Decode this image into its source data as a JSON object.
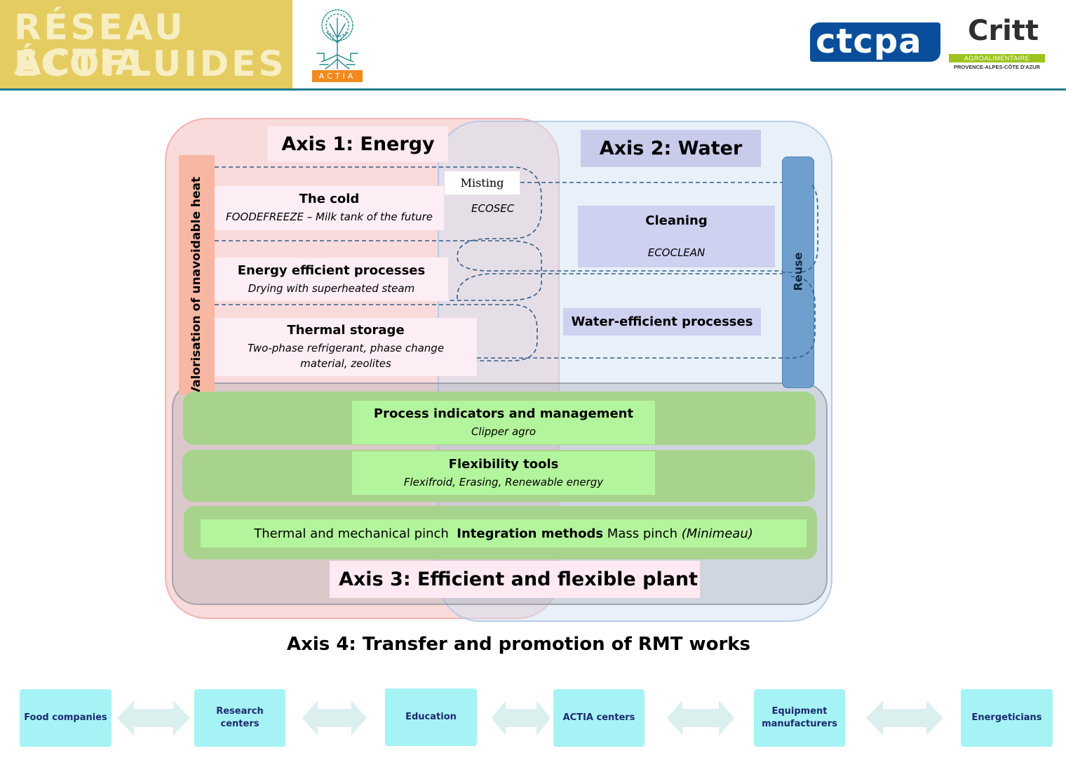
{
  "header": {
    "brand_line1": "RÉSEAU ACTIA",
    "brand_line2": "ÉCOFLUIDES",
    "actia_tag": "ACTIA",
    "ctcpa_text": "ctcpa",
    "critt_word": "Critt",
    "critt_tag": "AGROALIMENTAIRE",
    "critt_region": "PROVENCE-ALPES-CÔTE D'AZUR"
  },
  "axes": {
    "axis1": "Axis 1: Energy",
    "axis2": "Axis 2: Water",
    "axis3": "Axis 3: Efficient and flexible plant",
    "axis4": "Axis 4: Transfer and promotion of RMT works"
  },
  "energy": {
    "heat_label": "Valorisation of unavoidable heat",
    "cold_title": "The cold",
    "cold_sub": "FOODEFREEZE – Milk tank of the future",
    "eep_title": "Energy efficient processes",
    "eep_sub": "Drying with superheated steam",
    "thermal_title": "Thermal storage",
    "thermal_sub": "Two-phase refrigerant, phase change material, zeolites"
  },
  "overlap": {
    "misting": "Misting",
    "ecosec": "ECOSEC"
  },
  "water": {
    "cleaning_title": "Cleaning",
    "cleaning_sub": "ECOCLEAN",
    "water_eff": "Water-efficient processes",
    "reuse": "Reuse"
  },
  "plant": {
    "pim_title": "Process indicators and management",
    "pim_sub": "Clipper agro",
    "flex_title": "Flexibility tools",
    "flex_sub": "Flexifroid, Erasing, Renewable energy",
    "integration_pre": "Thermal and mechanical pinch",
    "integration_bold": "Integration methods",
    "integration_post": "Mass pinch",
    "integration_italic": "(Minimeau)"
  },
  "actors": [
    "Food companies",
    "Research centers",
    "Education",
    "ACTIA centers",
    "Equipment manufacturers",
    "Energeticians"
  ],
  "colors": {
    "brand_yellow": "#e5cc60",
    "header_rule": "#1f7b8c",
    "actia_orange": "#f08a1c",
    "ctcpa_blue": "#0a4e9b",
    "critt_green": "#9bc31c",
    "energy_pink": "#f4b0b0",
    "water_blue": "#d2e1f4",
    "reuse_blue": "#6fa0cd",
    "plant_green": "#a8d38d",
    "card_green": "#b3f59c",
    "actor_cyan": "#a6f3f6",
    "arrow_fill": "#dcefef",
    "dash_blue": "#2f5d8a"
  },
  "icons": {
    "actia_logo": "tree-icon",
    "actor_arrows": "double-arrow-icon"
  }
}
